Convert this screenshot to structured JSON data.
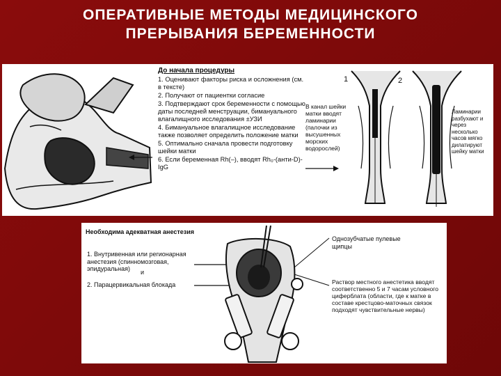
{
  "title": {
    "line1": "ОПЕРАТИВНЫЕ МЕТОДЫ МЕДИЦИНСКОГО",
    "line2": "ПРЕРЫВАНИЯ БЕРЕМЕННОСТИ"
  },
  "procedure": {
    "header": "До начала процедуры",
    "steps": [
      "1. Оценивают факторы риска и осложнения (см. в тексте)",
      "2. Получают от пациентки согласие",
      "3. Подтверждают срок беременности с помощью даты последней менструации, бимануального влагалищного исследования ±УЗИ",
      "4. Бимануальное влагалищное исследование также позволяет определить положение матки",
      "5. Оптимально сначала провести подготовку шейки матки",
      "6. Если беременная Rh(–), вводят Rh₀-(анти-D)-IgG"
    ]
  },
  "laminaria": {
    "label1": "1",
    "label2": "2",
    "caption1": "В канал шейки матки вводят ламинарии (палочки из высушенных морских водорослей)",
    "caption2": "Ламинарии разбухают и через несколько часов мягко дилатируют шейку матки"
  },
  "anesthesia": {
    "header": "Необходима адекватная анестезия",
    "item1": "1. Внутривенная или регионарная анестезия (спинномозговая, эпидуральная)",
    "and": "и",
    "item2": "2. Парацервикальная блокада",
    "forceps_caption": "Однозубчатые пулевые щипцы",
    "injection_caption": "Раствор местного анестетика вводят соответственно 5 и 7 часам условного циферблата (области, где к матке в составе крестцово-маточных связок подходят чувствительные нервы)"
  },
  "colors": {
    "background": "#7d0a0a",
    "title_text": "#ffffff",
    "panel": "#ffffff"
  }
}
